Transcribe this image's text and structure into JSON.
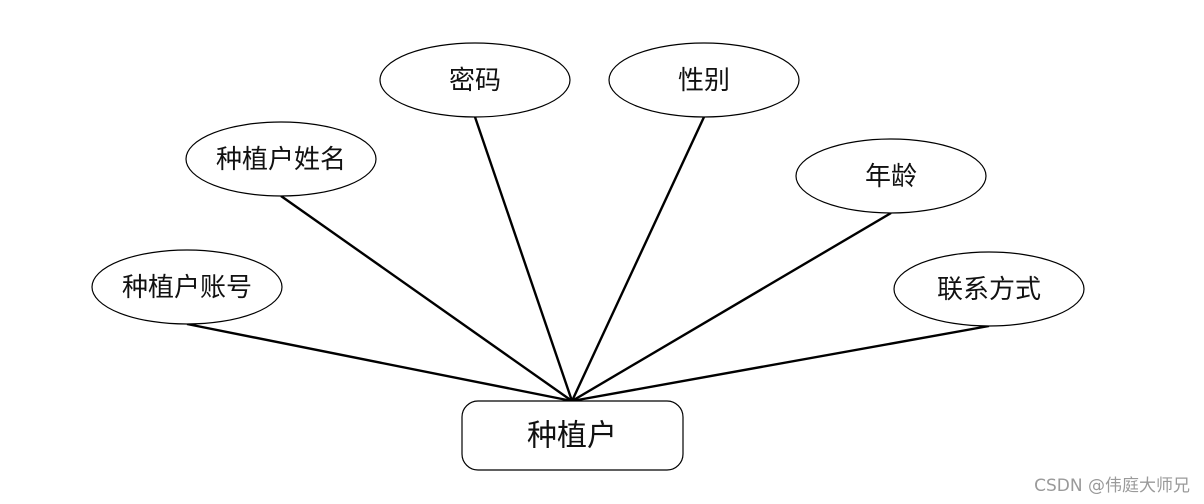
{
  "entity": {
    "label": "种植户"
  },
  "attributes": [
    {
      "id": "account",
      "label": "种植户账号"
    },
    {
      "id": "name",
      "label": "种植户姓名"
    },
    {
      "id": "password",
      "label": "密码"
    },
    {
      "id": "gender",
      "label": "性别"
    },
    {
      "id": "age",
      "label": "年龄"
    },
    {
      "id": "contact",
      "label": "联系方式"
    }
  ],
  "watermark": "CSDN @伟庭大师兄",
  "colors": {
    "stroke": "#000000",
    "background": "#ffffff",
    "text": "#111111",
    "watermark": "#9a9a9a"
  }
}
